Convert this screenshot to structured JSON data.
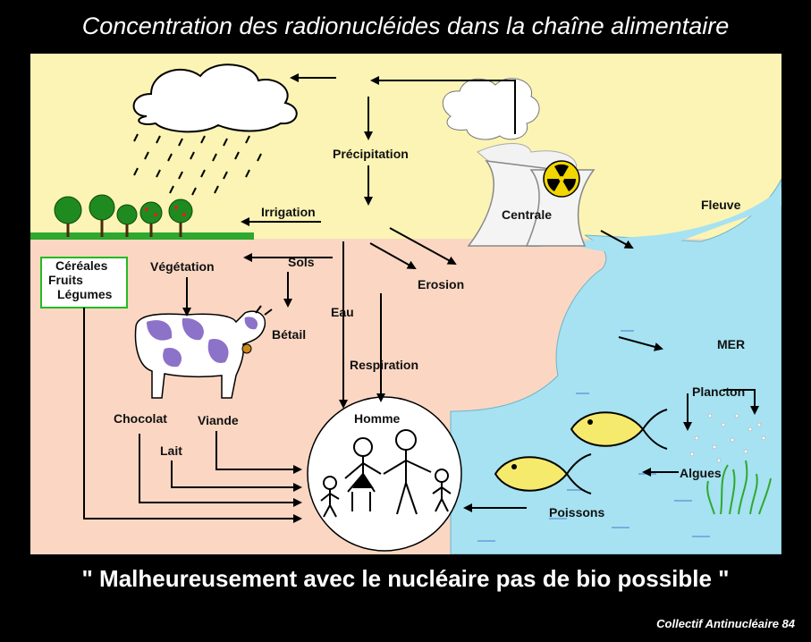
{
  "title": "Concentration des radionucléides dans la chaîne alimentaire",
  "slogan": "\" Malheureusement avec le nucléaire pas de bio possible \"",
  "credit": "Collectif Antinucléaire 84",
  "labels": {
    "precipitation": "Précipitation",
    "irrigation": "Irrigation",
    "centrale": "Centrale",
    "fleuve": "Fleuve",
    "sols": "Sols",
    "vegetation": "Végétation",
    "erosion": "Erosion",
    "eau": "Eau",
    "betail": "Bétail",
    "mer": "MER",
    "respiration": "Respiration",
    "plancton": "Plancton",
    "homme": "Homme",
    "chocolat": "Chocolat",
    "viande": "Viande",
    "lait": "Lait",
    "algues": "Algues",
    "poissons": "Poissons"
  },
  "produce_box": [
    "Céréales",
    "Fruits",
    "Légumes"
  ],
  "colors": {
    "sky": "#fbf4b4",
    "ground": "#fbd7c3",
    "water": "#a6e2f1",
    "box_border": "#22bb22",
    "fish": "#f6ea6c",
    "cow_spots": "#8c72c9"
  }
}
